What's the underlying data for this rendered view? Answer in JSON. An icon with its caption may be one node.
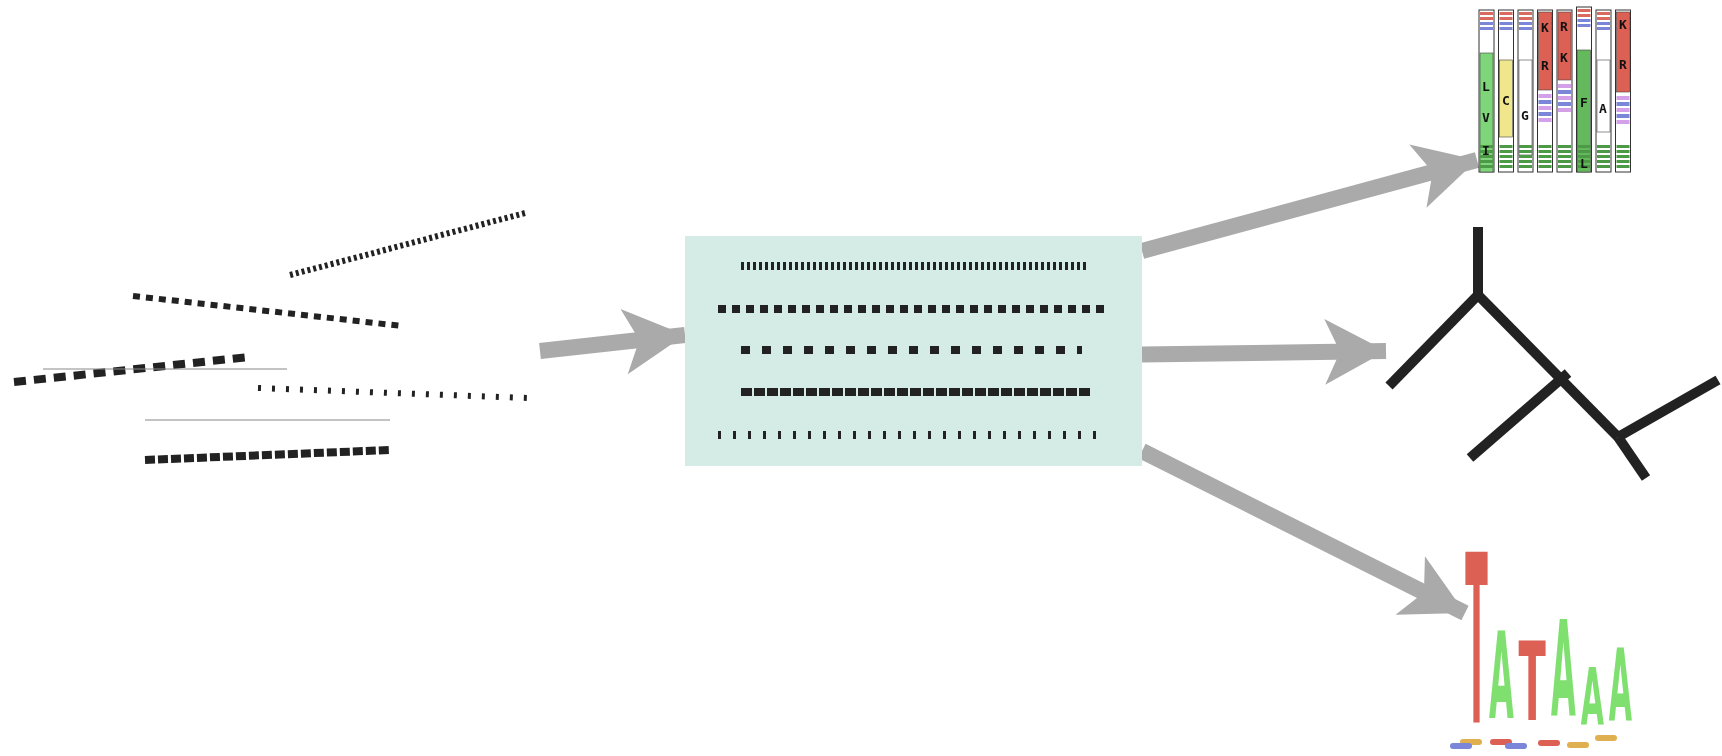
{
  "diagram": {
    "nodes": [
      {
        "text": [],
        "shape": "picture"
      },
      {
        "text": [],
        "shape": "box"
      },
      {
        "text": [],
        "shape": "picture"
      },
      {
        "text": [],
        "shape": "picture"
      },
      {
        "text": [],
        "shape": "picture"
      }
    ],
    "edges": [
      {
        "from": 0,
        "to": 1,
        "arrow": "to"
      },
      {
        "from": 1,
        "to": 2,
        "arrow": "to"
      },
      {
        "from": 1,
        "to": 3,
        "arrow": "to"
      },
      {
        "from": 1,
        "to": 4,
        "arrow": "to"
      }
    ],
    "labels": [
      "L",
      "V",
      "I",
      "C",
      "G",
      "K",
      "R",
      "R",
      "K",
      "F",
      "L",
      "A",
      "K",
      "R",
      "T",
      "A",
      "T",
      "A",
      "A",
      "A"
    ]
  }
}
